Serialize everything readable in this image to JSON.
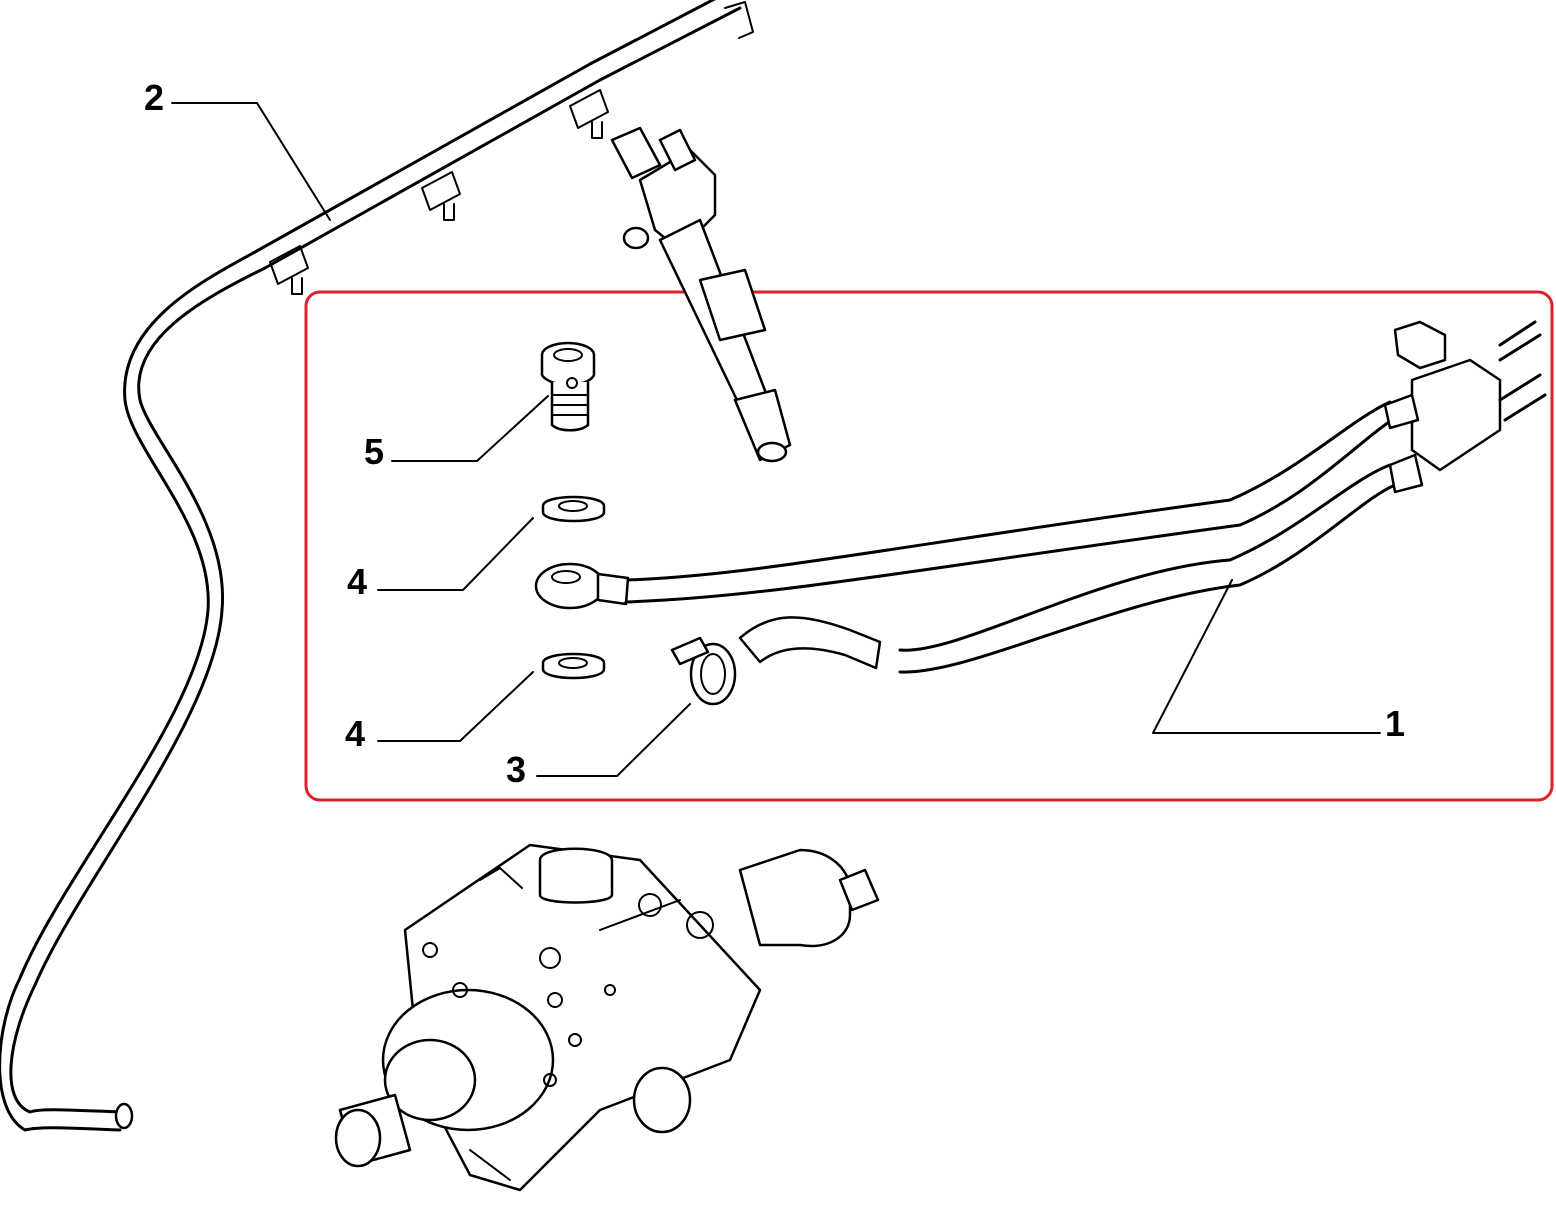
{
  "callouts": {
    "part_1": "1",
    "part_2": "2",
    "part_3": "3",
    "part_4_upper": "4",
    "part_4_lower": "4",
    "part_5": "5"
  },
  "colors": {
    "highlight_box": "#e0202a",
    "line": "#000000",
    "background": "#ffffff"
  }
}
